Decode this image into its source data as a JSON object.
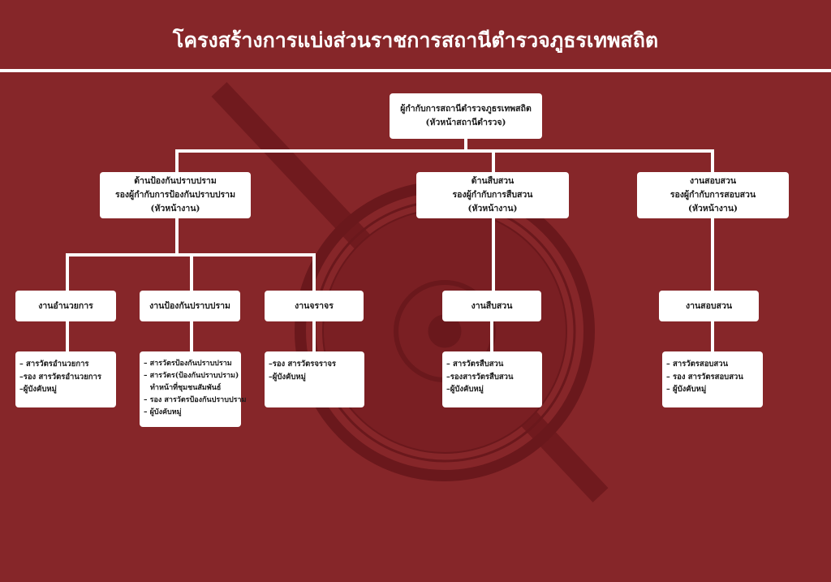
{
  "title": "โครงสร้างการแบ่งส่วนราชการสถานีตำรวจภูธรเทพสถิต",
  "colors": {
    "background": "#862629",
    "box": "#ffffff",
    "emblem": "#6e1a1e"
  },
  "head": {
    "line1": "ผู้กำกับการสถานีตำรวจภูธรเทพสถิต",
    "line2": "(หัวหน้าสถานีตำรวจ)"
  },
  "divisions": [
    {
      "line1": "ด้านป้องกันปราบปราม",
      "line2": "รองผู้กำกับการป้องกันปราบปราม",
      "line3": "(หัวหน้างาน)"
    },
    {
      "line1": "ด้านสืบสวน",
      "line2": "รองผู้กำกับการสืบสวน",
      "line3": "(หัวหน้างาน)"
    },
    {
      "line1": "งานสอบสวน",
      "line2": "รองผู้กำกับการสอบสวน",
      "line3": "(หัวหน้างาน)"
    }
  ],
  "units": [
    {
      "name": "งานอำนวยการ",
      "staff": [
        "– สารวัตรอำนวยการ",
        "–รอง สารวัตรอำนวยการ",
        "–ผู้บังคับหมู่"
      ]
    },
    {
      "name": "งานป้องกันปราบปราม",
      "staff": [
        "– สารวัตรป้องกันปราบปราม",
        "– สารวัตร(ป้องกันปราบปราม)",
        "   ทำหน้าที่ชุมชนสัมพันธ์",
        "– รอง สารวัตรป้องกันปราบปราม",
        "– ผู้บังคับหมู่"
      ]
    },
    {
      "name": "งานจราจร",
      "staff": [
        "–รอง สารวัตรจราจร",
        "–ผู้บังคับหมู่"
      ]
    },
    {
      "name": "งานสืบสวน",
      "staff": [
        "– สารวัตรสืบสวน",
        "–รองสารวัตรสืบสวน",
        "–ผู้บังคับหมู่"
      ]
    },
    {
      "name": "งานสอบสวน",
      "staff": [
        "– สารวัตรสอบสวน",
        "– รอง สารวัตรสอบสวน",
        "– ผู้บังคับหมู่"
      ]
    }
  ]
}
